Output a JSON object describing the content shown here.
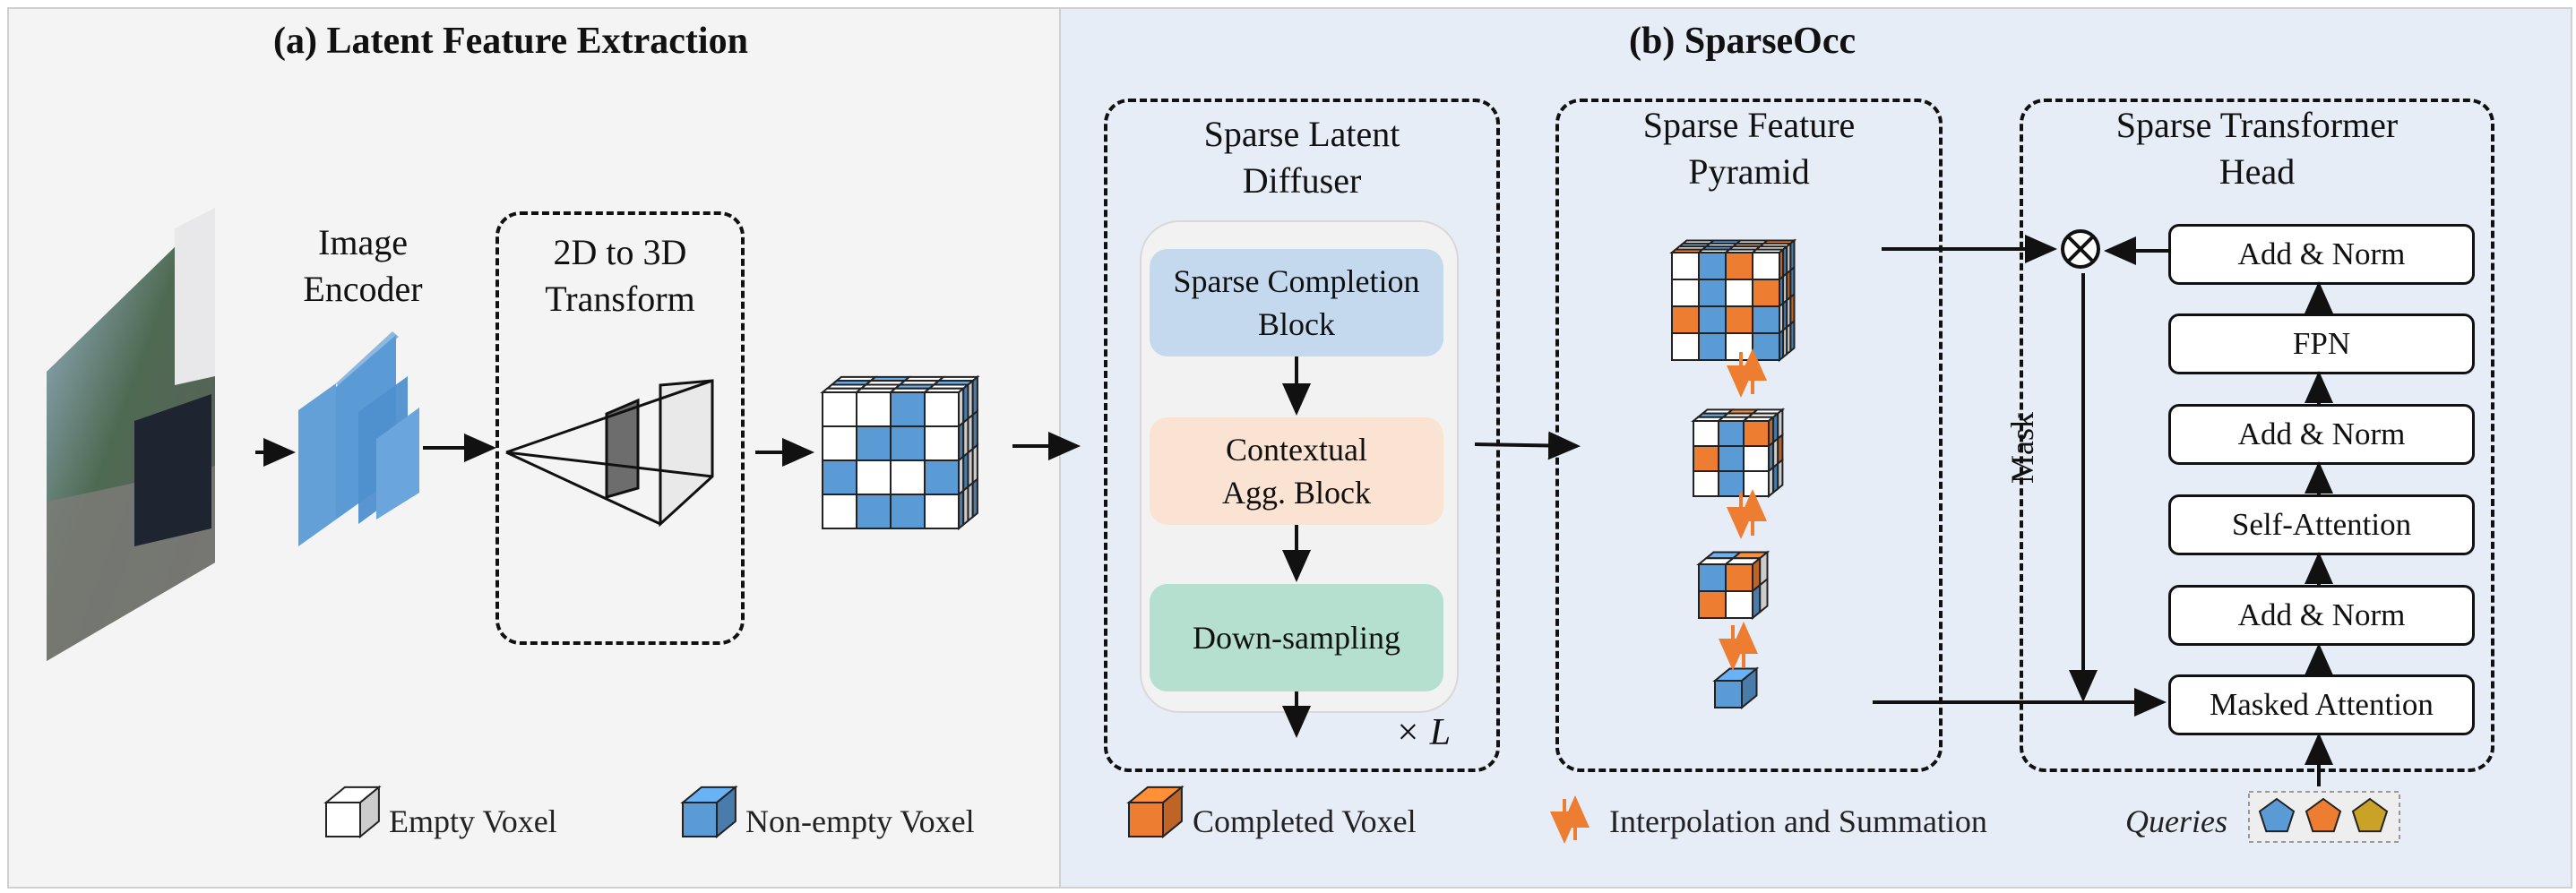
{
  "panel_a": {
    "title": "(a) Latent Feature Extraction",
    "encoder_label_1": "Image",
    "encoder_label_2": "Encoder",
    "transform_label_1": "2D to 3D",
    "transform_label_2": "Transform"
  },
  "panel_b": {
    "title": "(b) SparseOcc",
    "diffuser": {
      "title_1": "Sparse Latent",
      "title_2": "Diffuser",
      "block1_1": "Sparse Completion",
      "block1_2": "Block",
      "block2_1": "Contextual",
      "block2_2": "Agg. Block",
      "block3": "Down-sampling",
      "repeat": "× L"
    },
    "pyramid": {
      "title_1": "Sparse Feature",
      "title_2": "Pyramid"
    },
    "head": {
      "title_1": "Sparse Transformer",
      "title_2": "Head",
      "mask_label": "Mask",
      "boxes": [
        "Add & Norm",
        "FPN",
        "Add & Norm",
        "Self-Attention",
        "Add & Norm",
        "Masked Attention"
      ],
      "queries_label": "Queries"
    }
  },
  "legend": {
    "empty": "Empty Voxel",
    "nonempty": "Non-empty Voxel",
    "completed": "Completed Voxel",
    "interp": "Interpolation and Summation"
  },
  "colors": {
    "blue": "#5b9bd5",
    "orange": "#ed7d31",
    "gold": "#c9a227",
    "completion_block": "#c5d9ee",
    "agg_block": "#fbe3d3",
    "down_block": "#b5dfcf"
  }
}
